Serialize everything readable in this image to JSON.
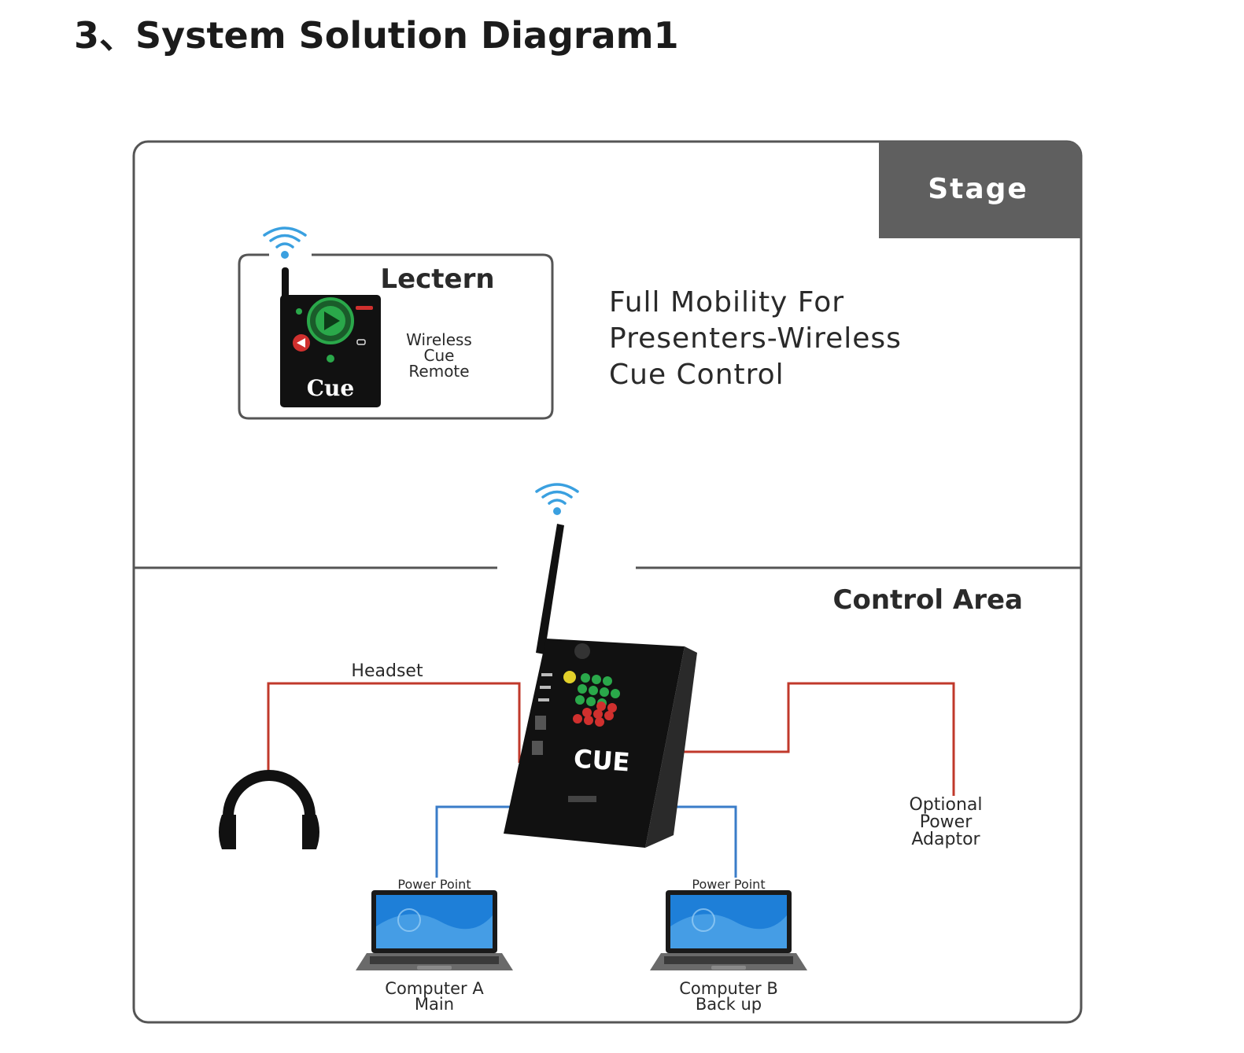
{
  "heading": "3、System Solution Diagram1",
  "stage": {
    "label": "Stage",
    "tagline_lines": [
      "Full Mobility For",
      "Presenters-Wireless",
      "Cue Control"
    ]
  },
  "lectern": {
    "title": "Lectern",
    "device_caption_lines": [
      "Wireless",
      "Cue",
      "Remote"
    ],
    "remote_brand": "Cue"
  },
  "control_area": {
    "label": "Control Area",
    "receiver_brand": "CUE"
  },
  "headset": {
    "label": "Headset"
  },
  "power_adaptor": {
    "label_lines": [
      "Optional",
      "Power",
      "Adaptor"
    ]
  },
  "computers": [
    {
      "software": "Power Point",
      "name": "Computer A",
      "role": "Main"
    },
    {
      "software": "Power Point",
      "name": "Computer B",
      "role": "Back up"
    }
  ],
  "colors": {
    "frame": "#555555",
    "stage_tab": "#5f5f5f",
    "headset_cable": "#c0392b",
    "usb_cable": "#3a7cc8",
    "wifi": "#3aa0e0",
    "device_body": "#111111",
    "button_green": "#2aa84a",
    "button_red": "#d0302e",
    "screen_blue": "#1e7fd8"
  }
}
